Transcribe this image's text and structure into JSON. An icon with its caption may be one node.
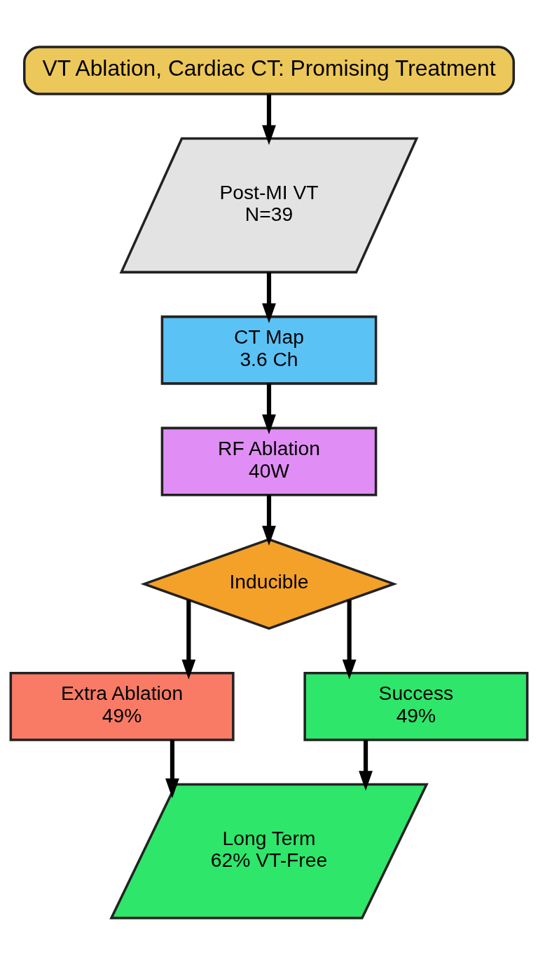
{
  "diagram": {
    "nodes": [
      {
        "text": [
          "VT Ablation, Cardiac CT: Promising Treatment"
        ]
      },
      {
        "text": [
          "Post-MI VT",
          "N=39"
        ]
      },
      {
        "text": [
          "CT Map",
          "3.6 Ch"
        ]
      },
      {
        "text": [
          "RF Ablation",
          "40W"
        ]
      },
      {
        "text": [
          "Inducible"
        ]
      },
      {
        "text": [
          "Extra Ablation",
          "49%"
        ]
      },
      {
        "text": [
          "Success",
          "49%"
        ]
      },
      {
        "text": [
          "Long Term",
          "62% VT-Free"
        ]
      }
    ],
    "edges": [
      {
        "from": 0,
        "to": 1,
        "arrow": "to"
      },
      {
        "from": 1,
        "to": 2,
        "arrow": "to"
      },
      {
        "from": 2,
        "to": 3,
        "arrow": "to"
      },
      {
        "from": 3,
        "to": 4,
        "arrow": "to"
      },
      {
        "from": 4,
        "to": 5,
        "arrow": "to"
      },
      {
        "from": 4,
        "to": 6,
        "arrow": "to"
      },
      {
        "from": 5,
        "to": 7,
        "arrow": "to"
      },
      {
        "from": 6,
        "to": 7,
        "arrow": "to"
      }
    ]
  }
}
